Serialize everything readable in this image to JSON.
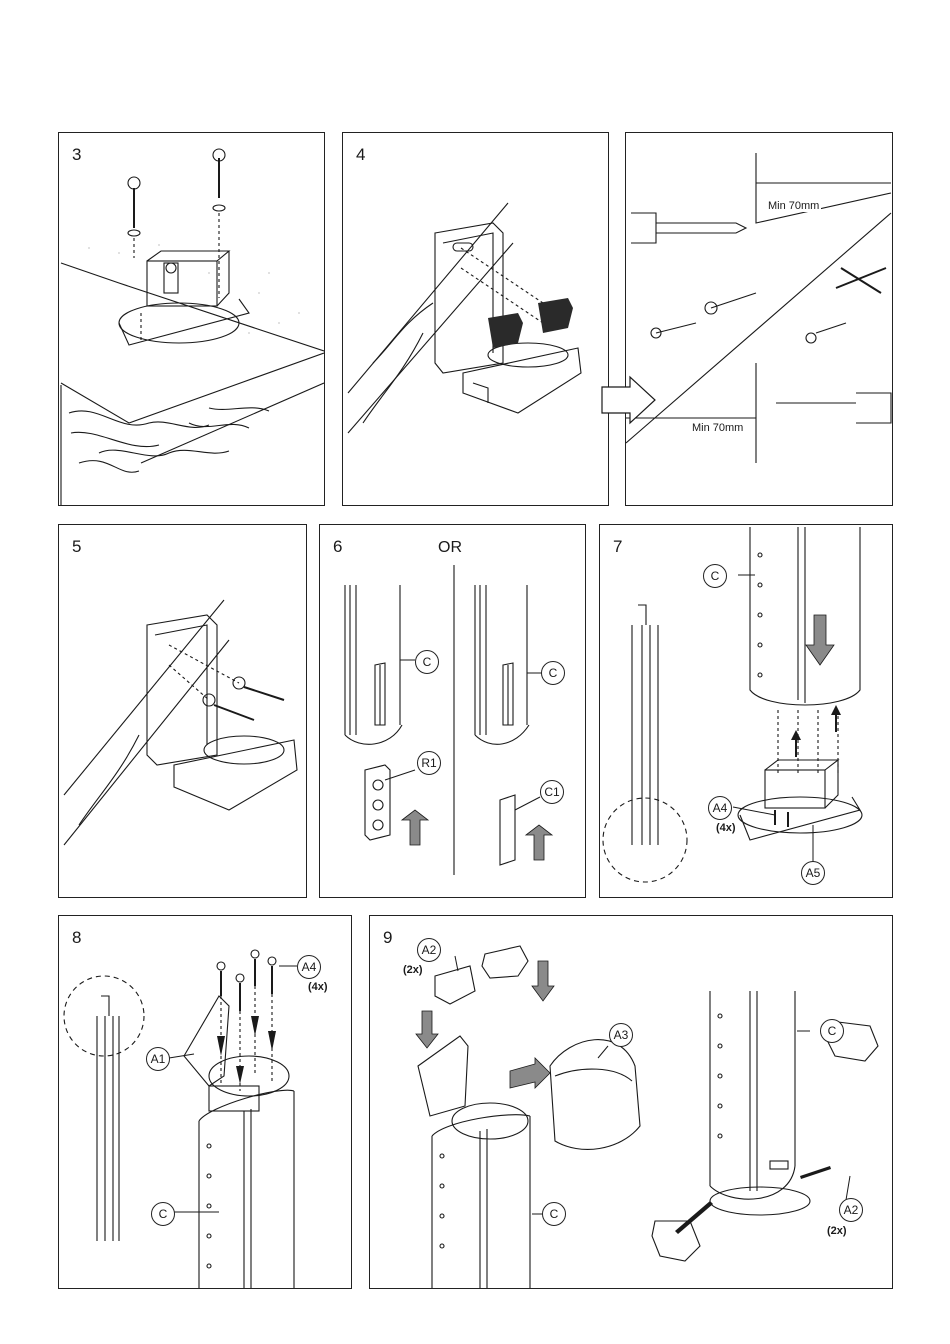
{
  "panels": {
    "p3": {
      "step": "3"
    },
    "p4": {
      "step": "4"
    },
    "pwall": {
      "dim_top": "Min 70mm",
      "dim_bottom": "Min 70mm"
    },
    "p5": {
      "step": "5"
    },
    "p6": {
      "step": "6",
      "or_label": "OR",
      "callout_c_left": "C",
      "callout_c_right": "C",
      "callout_r1": "R1",
      "callout_c1": "C1"
    },
    "p7": {
      "step": "7",
      "callout_c": "C",
      "callout_a4": "A4",
      "qty_a4": "(4x)",
      "callout_a5": "A5"
    },
    "p8": {
      "step": "8",
      "callout_a4": "A4",
      "qty_a4": "(4x)",
      "callout_a1": "A1",
      "callout_c": "C"
    },
    "p9": {
      "step": "9",
      "callout_a2_top": "A2",
      "qty_a2_top": "(2x)",
      "callout_a3": "A3",
      "callout_c_left": "C",
      "callout_c_right": "C",
      "callout_a2_bottom": "A2",
      "qty_a2_bottom": "(2x)"
    }
  },
  "colors": {
    "line": "#1a1a1a",
    "arrow_fill": "#6e6e6e",
    "tool_fill": "#2a2a2a"
  }
}
